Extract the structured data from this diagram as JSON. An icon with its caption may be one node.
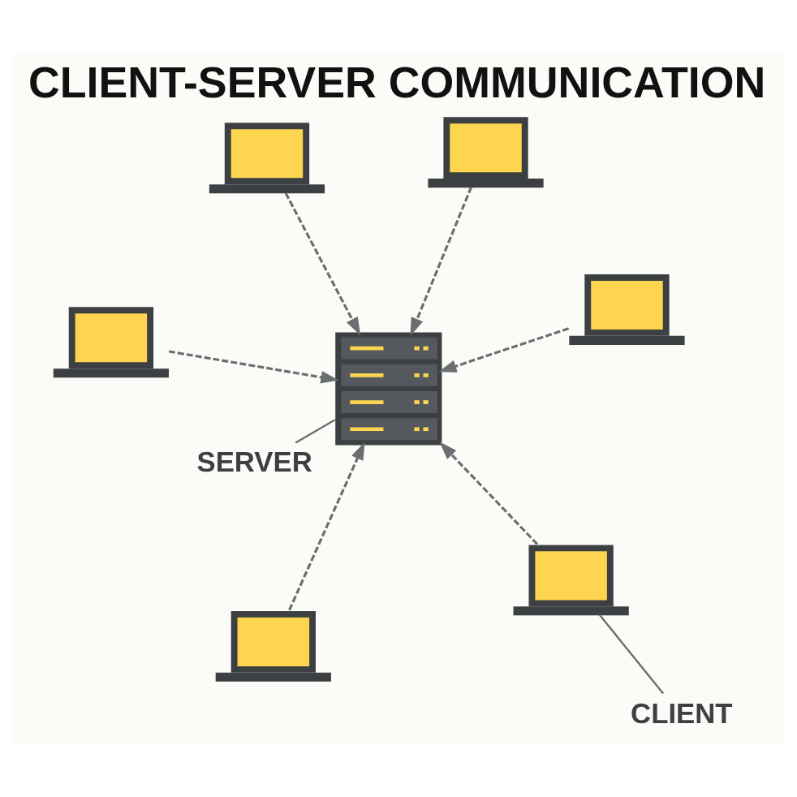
{
  "diagram": {
    "title": "CLIENT-SERVER COMMUNICATION",
    "nodes": [
      {
        "text": [],
        "shape": "laptop"
      },
      {
        "text": [],
        "shape": "laptop"
      },
      {
        "text": [
          "CLIENT"
        ]
      },
      {
        "text": [],
        "shape": "laptop"
      },
      {
        "text": [],
        "shape": "server"
      },
      {
        "text": [],
        "shape": "laptop"
      },
      {
        "text": [
          "SERVER"
        ]
      },
      {
        "text": [],
        "shape": "laptop"
      },
      {
        "text": [],
        "shape": "laptop"
      }
    ],
    "edges": [
      {
        "from": 0,
        "to": 4,
        "arrow": "to",
        "style": "dashed"
      },
      {
        "from": 1,
        "to": 4,
        "arrow": "to",
        "style": "dashed"
      },
      {
        "from": 3,
        "to": 4,
        "arrow": "to",
        "style": "dashed"
      },
      {
        "from": 5,
        "to": 4,
        "arrow": "to",
        "style": "dashed"
      },
      {
        "from": 7,
        "to": 4,
        "arrow": "to",
        "style": "dashed"
      },
      {
        "from": 8,
        "to": 4,
        "arrow": "to",
        "style": "dashed"
      },
      {
        "from": 2,
        "to": 1,
        "arrow": "none"
      },
      {
        "from": 6,
        "to": 4,
        "arrow": "none"
      }
    ]
  }
}
